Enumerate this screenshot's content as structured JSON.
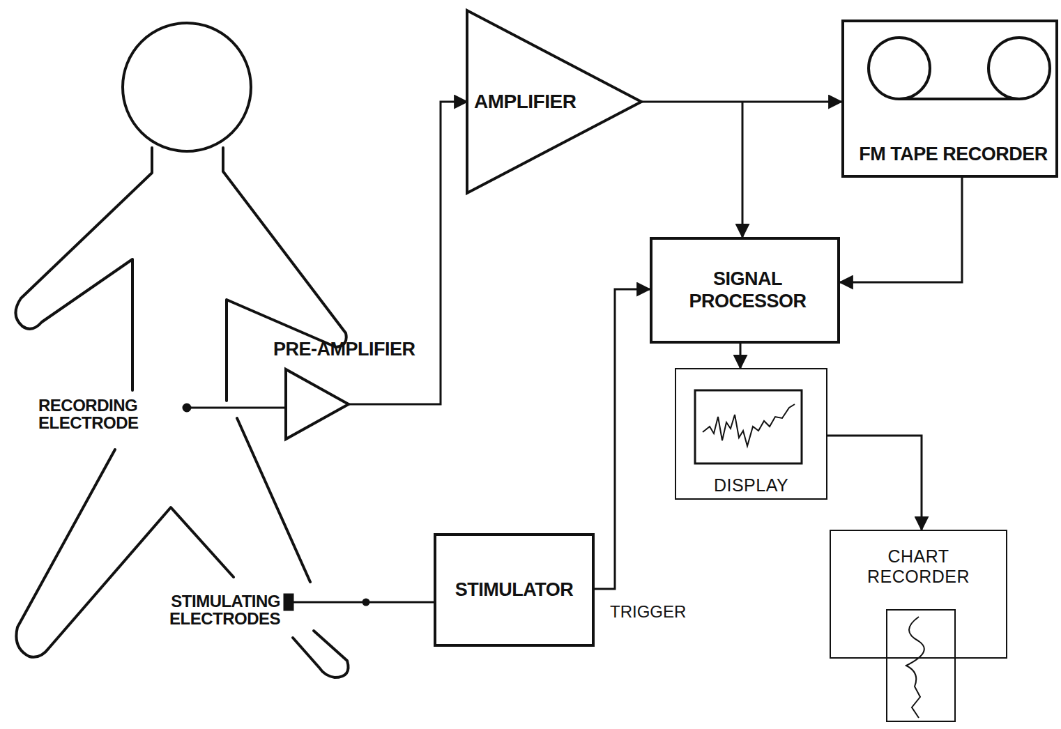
{
  "diagram": {
    "nodes": [
      {
        "text": [
          "AMPLIFIER"
        ]
      },
      {
        "text": [
          "FM TAPE RECORDER"
        ]
      },
      {
        "text": [
          "SIGNAL PROCESSOR"
        ]
      },
      {
        "text": [
          "PRE-AMPLIFIER"
        ]
      },
      {
        "text": [
          "DISPLAY"
        ]
      },
      {
        "text": [
          "CHART RECORDER"
        ]
      },
      {
        "text": [
          "STIMULATOR"
        ]
      }
    ],
    "edges": [
      {
        "from": 3,
        "to": 0,
        "arrow": "to"
      },
      {
        "from": 0,
        "to": 1,
        "arrow": "to"
      },
      {
        "from": 0,
        "to": 2,
        "arrow": "to"
      },
      {
        "from": 1,
        "to": 2,
        "arrow": "to"
      },
      {
        "from": 2,
        "to": 4,
        "arrow": "to"
      },
      {
        "from": 4,
        "to": 5,
        "arrow": "to"
      },
      {
        "from": 6,
        "to": 2,
        "label": "TRIGGER",
        "arrow": "to"
      }
    ],
    "labels": [
      "RECORDING ELECTRODE",
      "STIMULATING ELECTRODES"
    ]
  }
}
